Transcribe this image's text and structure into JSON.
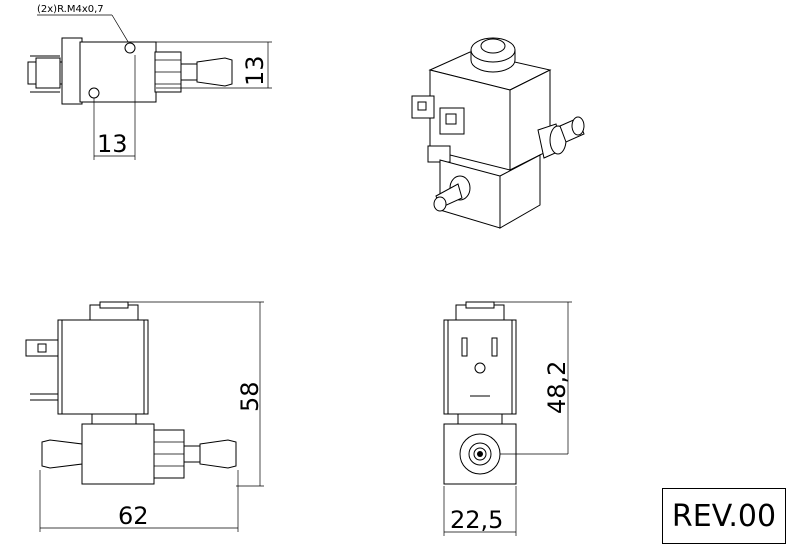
{
  "annotations": {
    "thread_note": "(2x)R.M4x0,7"
  },
  "dimensions": {
    "top_view_width": "13",
    "top_view_height": "13",
    "front_view_width": "62",
    "front_view_height": "58",
    "side_view_width": "22,5",
    "side_view_height": "48,2"
  },
  "revision": {
    "label": "REV.00"
  }
}
